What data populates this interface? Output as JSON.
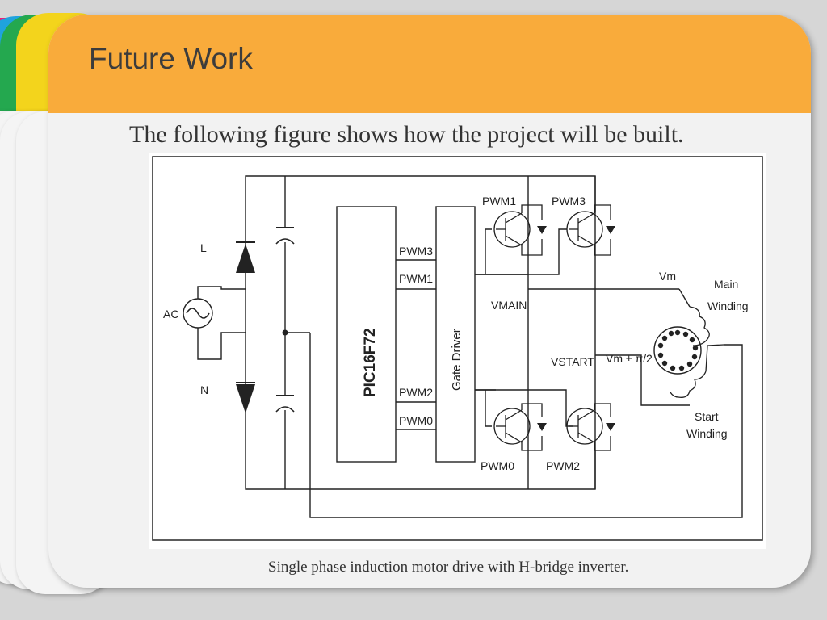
{
  "slide": {
    "title": "Future Work",
    "subtitle": "The following figure shows how the project will be built.",
    "caption": "Single phase induction motor drive with H-bridge inverter."
  },
  "diagram": {
    "labels": {
      "L": "L",
      "N": "N",
      "AC": "AC",
      "mcu": "PIC16F72",
      "gate_driver": "Gate Driver",
      "pwm3_in": "PWM3",
      "pwm1_in": "PWM1",
      "pwm2_in": "PWM2",
      "pwm0_in": "PWM0",
      "pwm1_sw": "PWM1",
      "pwm3_sw": "PWM3",
      "pwm0_sw": "PWM0",
      "pwm2_sw": "PWM2",
      "vmain": "VMAIN",
      "vstart": "VSTART",
      "vm": "Vm",
      "vm_phase": "Vm ± π/2",
      "main_winding_1": "Main",
      "main_winding_2": "Winding",
      "start_winding_1": "Start",
      "start_winding_2": "Winding"
    }
  },
  "colors": {
    "header": "#f9ab3b",
    "tab_pink": "#e91e7a",
    "tab_blue": "#1fa3de",
    "tab_green": "#24a84f",
    "tab_yellow": "#f3d41c"
  }
}
